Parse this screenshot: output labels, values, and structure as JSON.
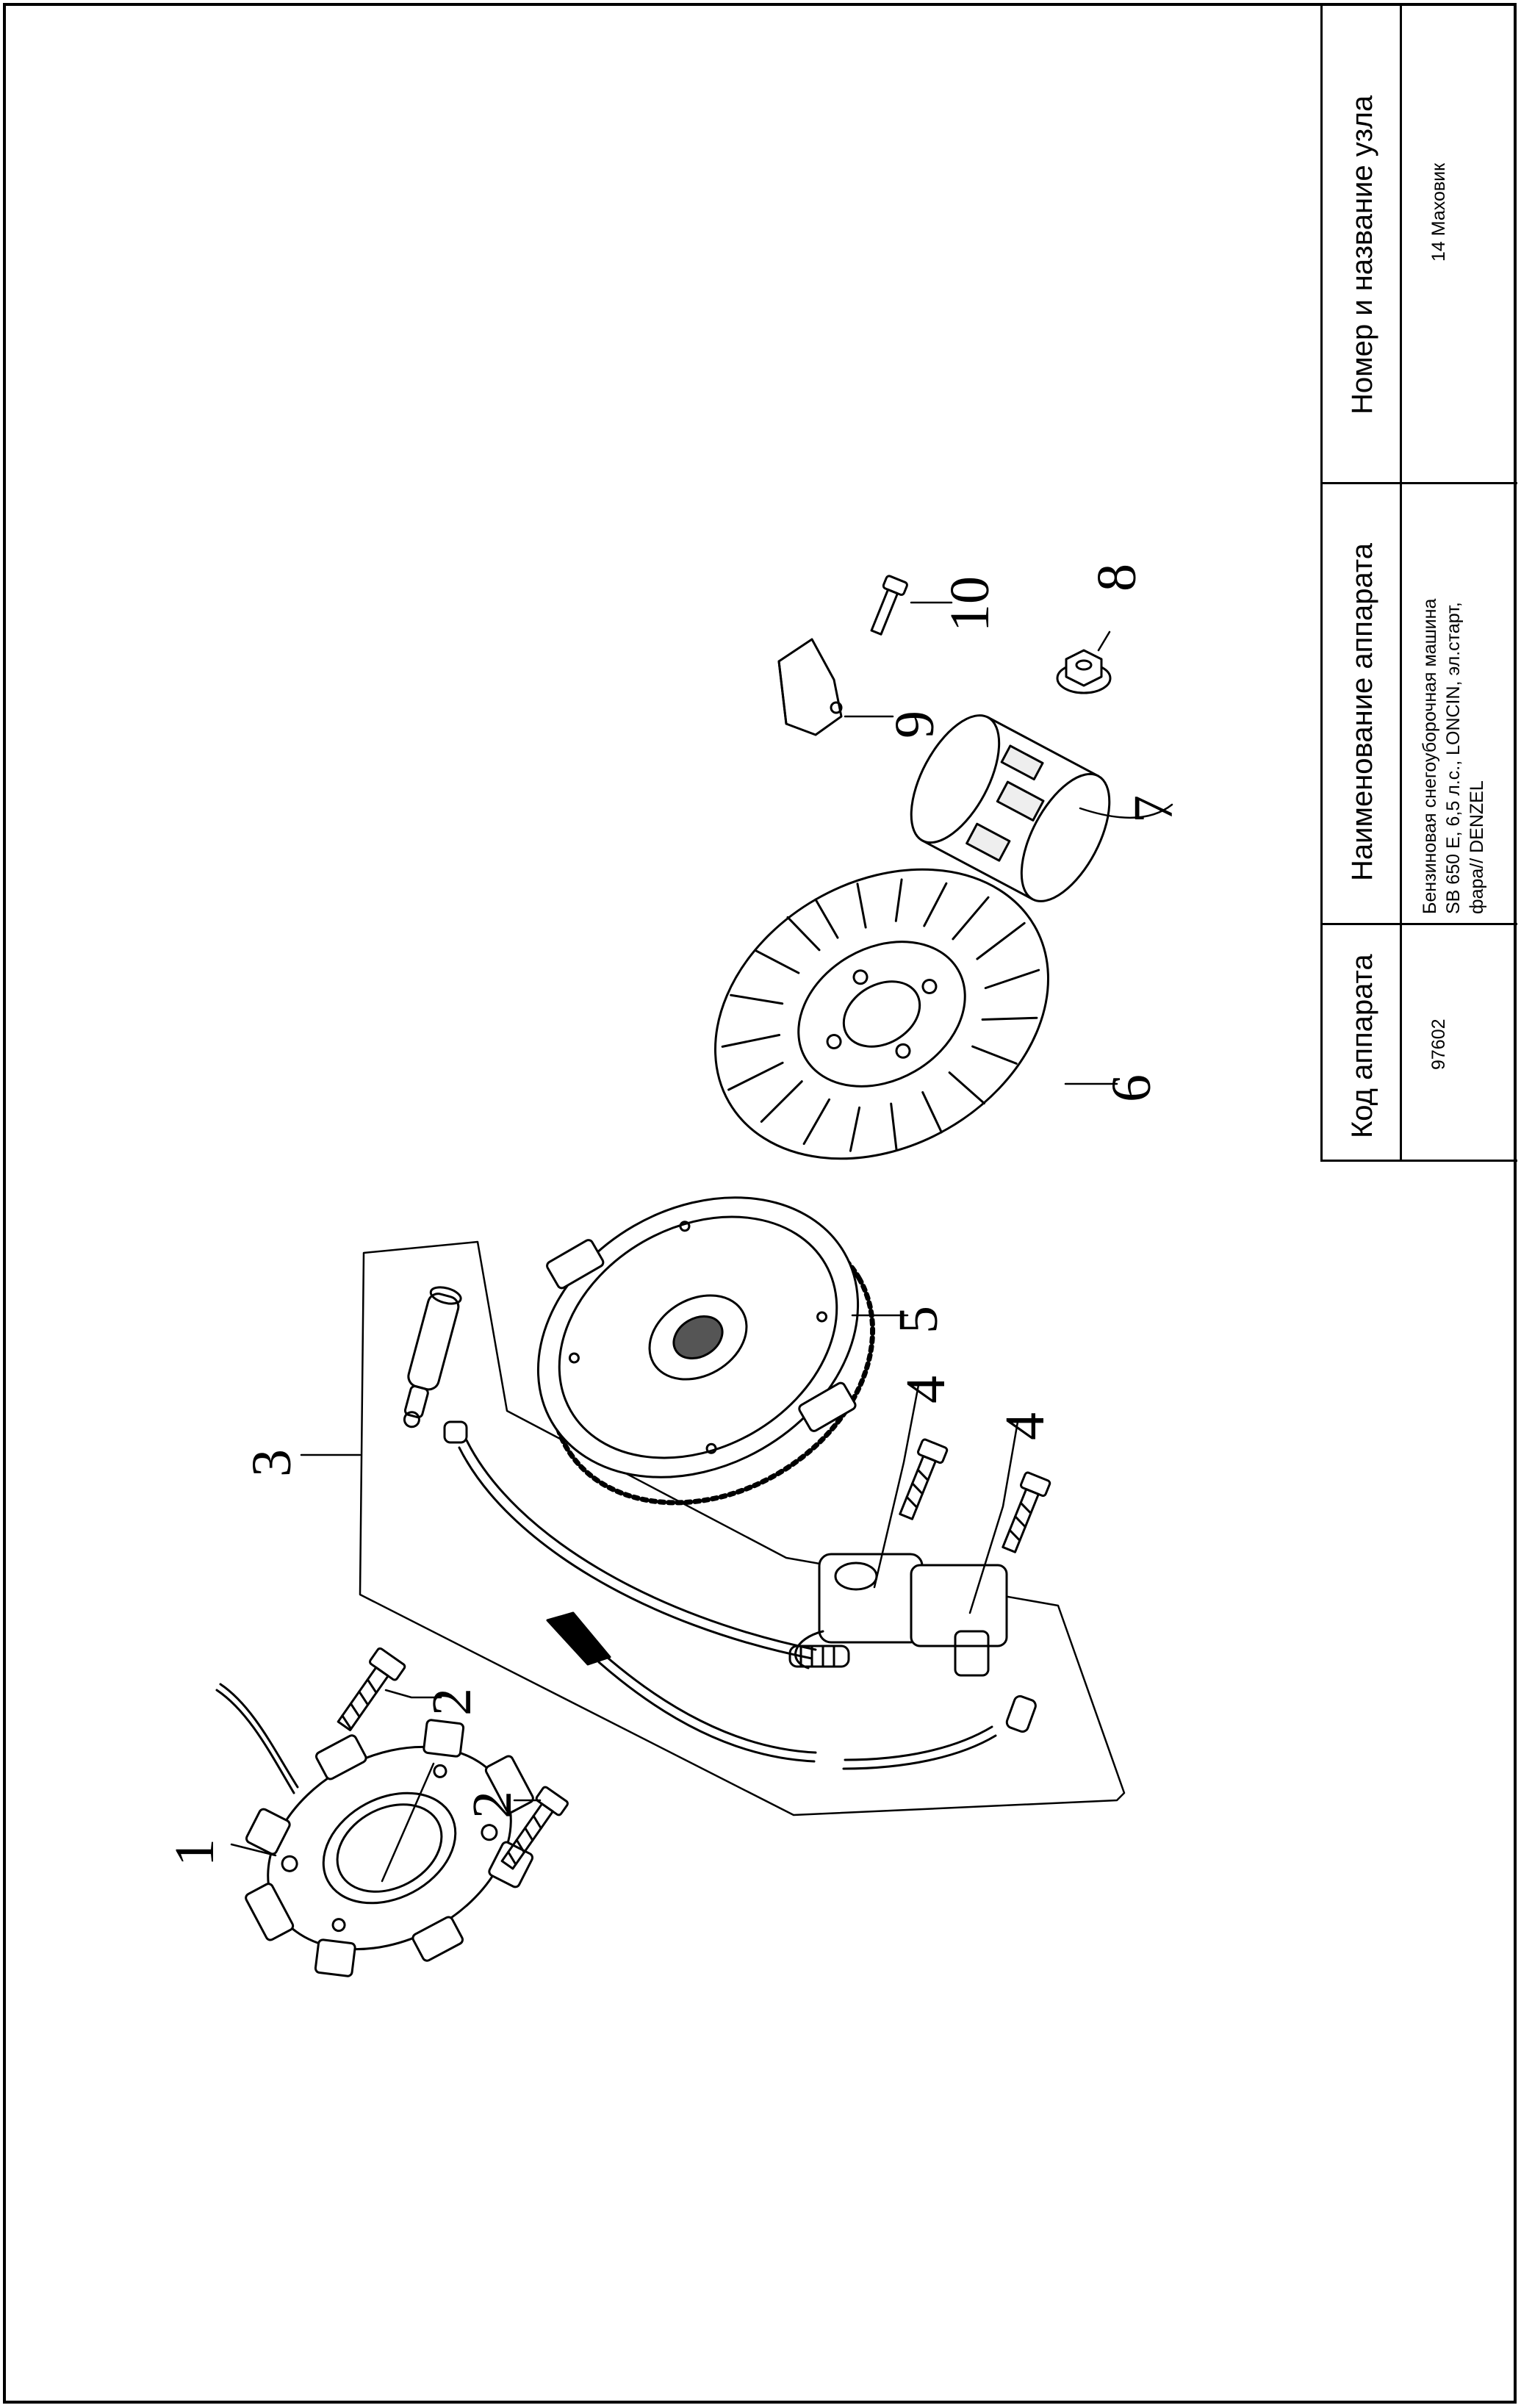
{
  "title_block": {
    "headers": {
      "code": "Код аппарата",
      "name": "Наименование аппарата",
      "node": "Номер и название узла"
    },
    "values": {
      "code": "97602",
      "name_lines": [
        "Бензиновая снегоуборочная машина",
        "SB 650 E, 6,5 л.с., LONCIN, эл.старт,",
        "фара// DENZEL"
      ],
      "node": "14 Маховик"
    }
  },
  "callouts": [
    "1",
    "2",
    "2",
    "3",
    "4",
    "4",
    "5",
    "6",
    "7",
    "8",
    "9",
    "10"
  ]
}
